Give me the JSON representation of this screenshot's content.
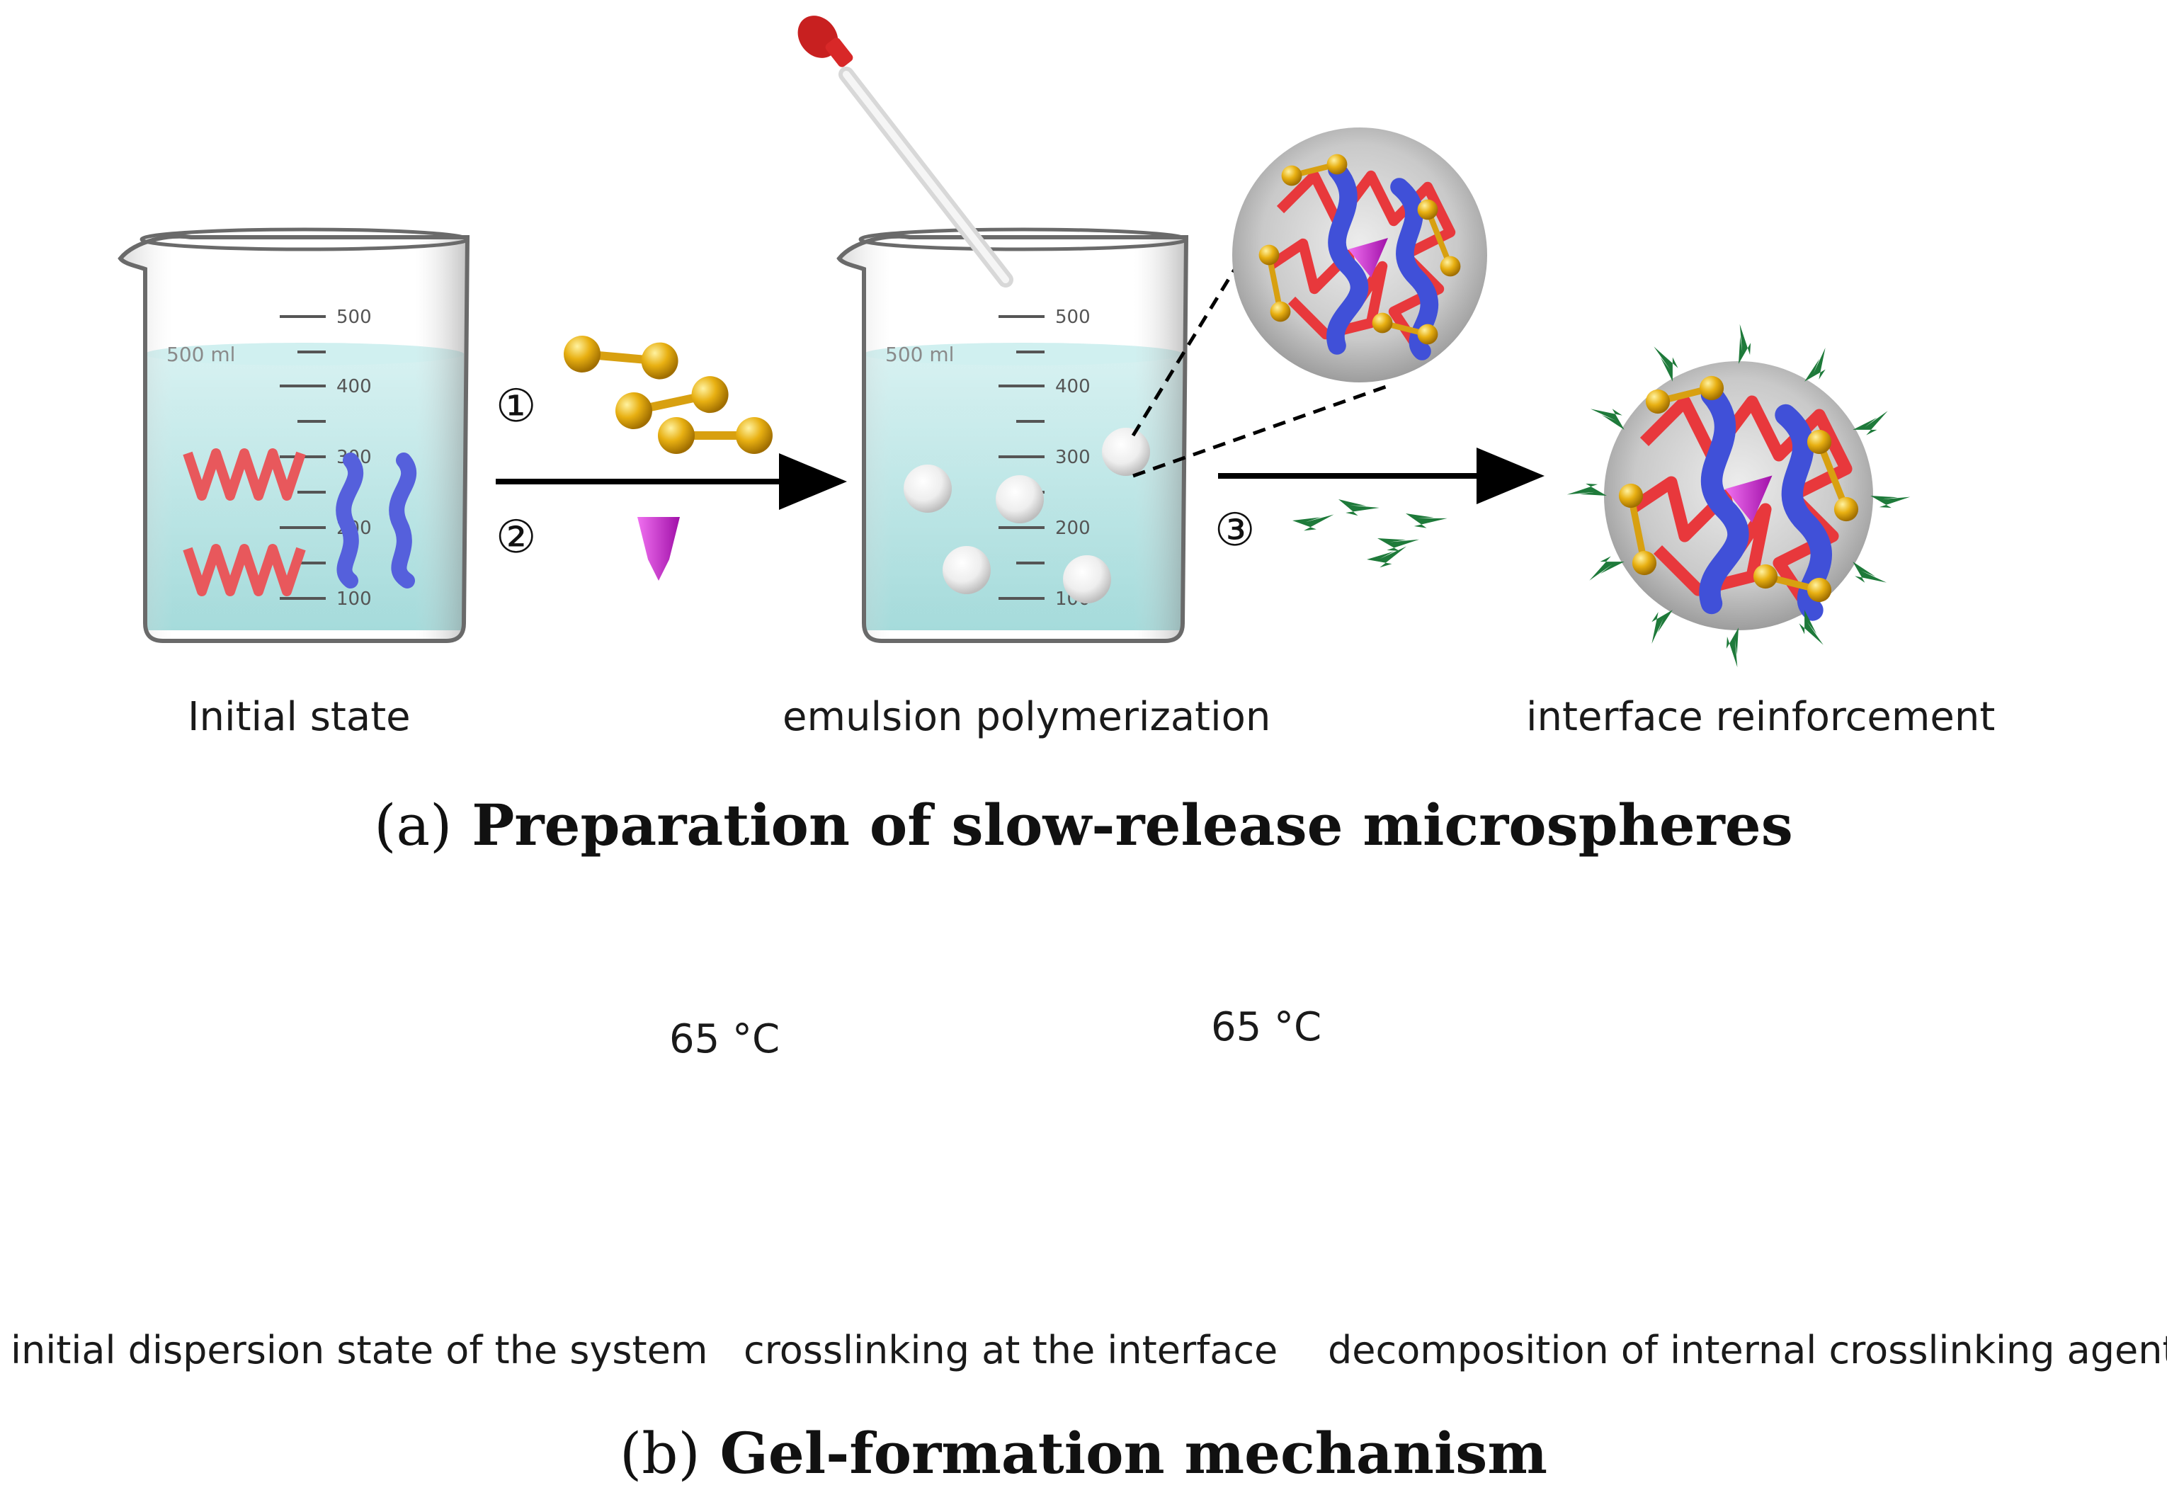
{
  "panel_a": {
    "caption_prefix": "(a)",
    "caption": "Preparation of slow-release microspheres",
    "step_labels": [
      "Initial state",
      "emulsion polymerization",
      "interface reinforcement"
    ],
    "step_markers": [
      "①",
      "②",
      "③"
    ],
    "beaker_text": {
      "volume_mark": "500 ml",
      "scale": [
        "500",
        "400",
        "300",
        "200",
        "100"
      ]
    }
  },
  "panel_b": {
    "caption_prefix": "(b)",
    "caption": "Gel-formation mechanism",
    "step_labels": [
      "initial dispersion state of the system",
      "crosslinking at the interface",
      "decomposition of internal crosslinking agent"
    ],
    "arrow_labels": [
      "65 °C",
      "65 °C"
    ]
  },
  "colors": {
    "liquid": "#a8dcdc",
    "red_polymer": "#e8383c",
    "blue_polymer": "#4050d8",
    "crosslinker_gold": "#e0a810",
    "initiator_magenta": "#d020d0",
    "reinforcer_green": "#1e7a3a",
    "microsphere": "#c8c8c8"
  }
}
